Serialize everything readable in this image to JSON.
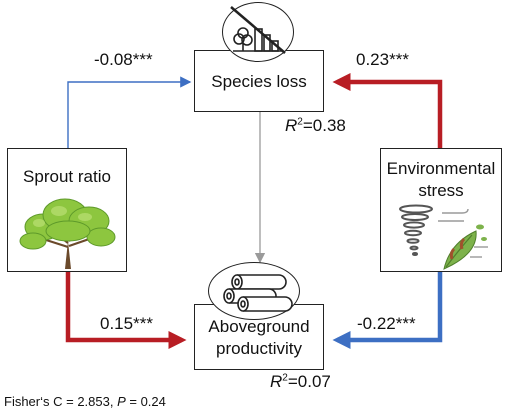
{
  "nodes": {
    "species_loss": "Species loss",
    "sprout_ratio": "Sprout ratio",
    "env_stress_line1": "Environmental",
    "env_stress_line2": "stress",
    "agb_line1": "Aboveground",
    "agb_line2": "productivity"
  },
  "paths": {
    "sprout_to_species": "-0.08***",
    "stress_to_species": "0.23***",
    "sprout_to_agb": "0.15***",
    "stress_to_agb": "-0.22***"
  },
  "r2": {
    "species_loss": {
      "symbol": "R",
      "sup": "2",
      "value": "=0.38"
    },
    "agb": {
      "symbol": "R",
      "sup": "2",
      "value": "=0.07"
    }
  },
  "fit": {
    "prefix": "Fisher‘s C = 2.853, ",
    "p_symbol": "P",
    "p_value": " = 0.24"
  },
  "colors": {
    "positive": "#b81d24",
    "negative": "#3d6fc3",
    "nonsig": "#9a9a9a",
    "tree_leaf": "#8dc63f",
    "tree_trunk": "#6b4a2b"
  },
  "icons": [
    "deforestation-icon",
    "logs-icon",
    "tree-icon",
    "tornado-storm-icon"
  ]
}
